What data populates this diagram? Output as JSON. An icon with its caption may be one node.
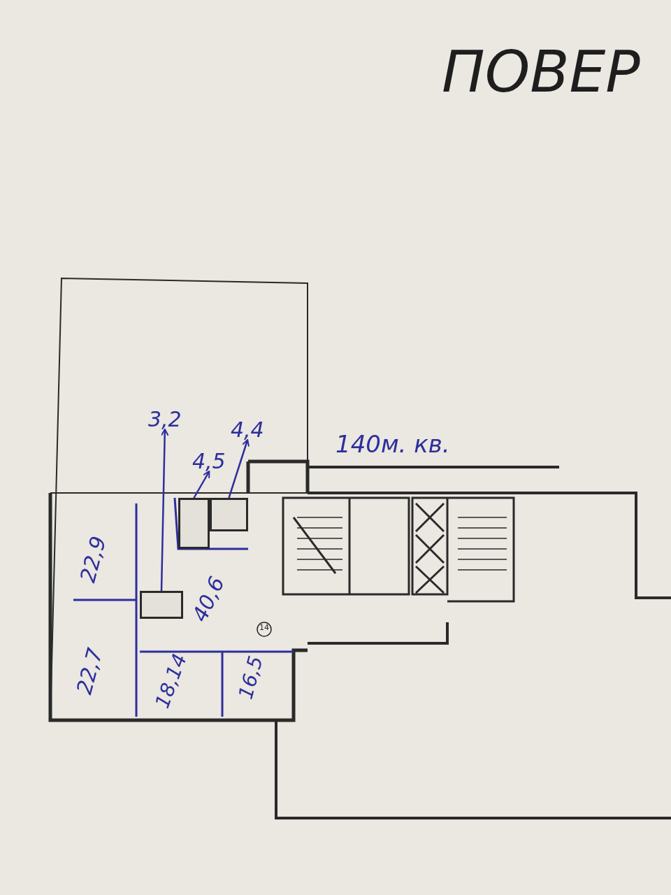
{
  "diagram": {
    "title": "ПОВЕР",
    "nodes": [
      {
        "text": [
          "3,2"
        ]
      },
      {
        "text": [
          "4,5"
        ]
      },
      {
        "text": [
          "4,4"
        ]
      },
      {
        "text": [],
        "shape": "box"
      },
      {
        "text": [],
        "shape": "box"
      },
      {
        "text": [],
        "shape": "box"
      }
    ],
    "edges": [
      {
        "from": 3,
        "to": 0,
        "arrow": "to"
      },
      {
        "from": 4,
        "to": 1,
        "arrow": "to"
      },
      {
        "from": 5,
        "to": 2,
        "arrow": "to"
      }
    ],
    "labels": [
      "140м. кв.",
      "22,9",
      "40,6",
      "22,7",
      "18,14",
      "16,5",
      "14"
    ]
  }
}
